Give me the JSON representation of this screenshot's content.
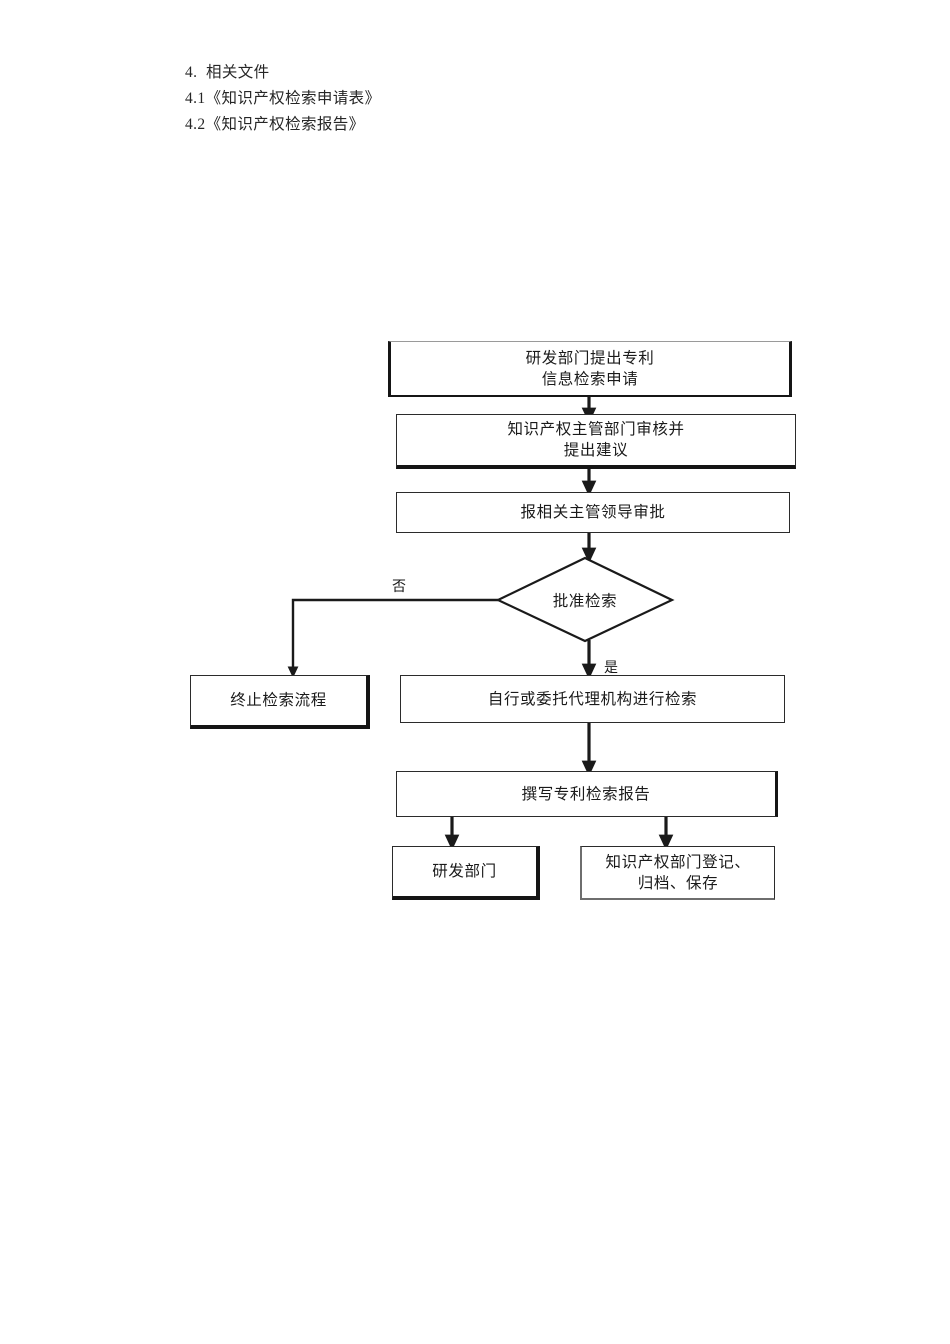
{
  "document": {
    "lines": [
      "4.  相关文件",
      "4.1《知识产权检索申请表》",
      "4.2《知识产权检索报告》"
    ]
  },
  "flowchart": {
    "type": "flowchart",
    "nodes": [
      {
        "id": "n1",
        "shape": "process",
        "label": "研发部门提出专利\n信息检索申请"
      },
      {
        "id": "n2",
        "shape": "process",
        "label": "知识产权主管部门审核并\n提出建议"
      },
      {
        "id": "n3",
        "shape": "process",
        "label": "报相关主管领导审批"
      },
      {
        "id": "n4",
        "shape": "decision",
        "label": "批准检索"
      },
      {
        "id": "n5",
        "shape": "process",
        "label": "终止检索流程"
      },
      {
        "id": "n6",
        "shape": "process",
        "label": "自行或委托代理机构进行检索"
      },
      {
        "id": "n7",
        "shape": "process",
        "label": "撰写专利检索报告"
      },
      {
        "id": "n8",
        "shape": "process",
        "label": "研发部门"
      },
      {
        "id": "n9",
        "shape": "process",
        "label": "知识产权部门登记、\n归档、保存"
      }
    ],
    "edges": [
      {
        "from": "n1",
        "to": "n2",
        "label": ""
      },
      {
        "from": "n2",
        "to": "n3",
        "label": ""
      },
      {
        "from": "n3",
        "to": "n4",
        "label": ""
      },
      {
        "from": "n4",
        "to": "n5",
        "label": "否"
      },
      {
        "from": "n4",
        "to": "n6",
        "label": "是"
      },
      {
        "from": "n6",
        "to": "n7",
        "label": ""
      },
      {
        "from": "n7",
        "to": "n8",
        "label": ""
      },
      {
        "from": "n7",
        "to": "n9",
        "label": ""
      }
    ],
    "edge_labels": {
      "no": "否",
      "yes": "是"
    },
    "colors": {
      "stroke": "#2b2b2b",
      "shadow": "#151515",
      "background": "#ffffff",
      "text": "#1a1a1a"
    }
  }
}
